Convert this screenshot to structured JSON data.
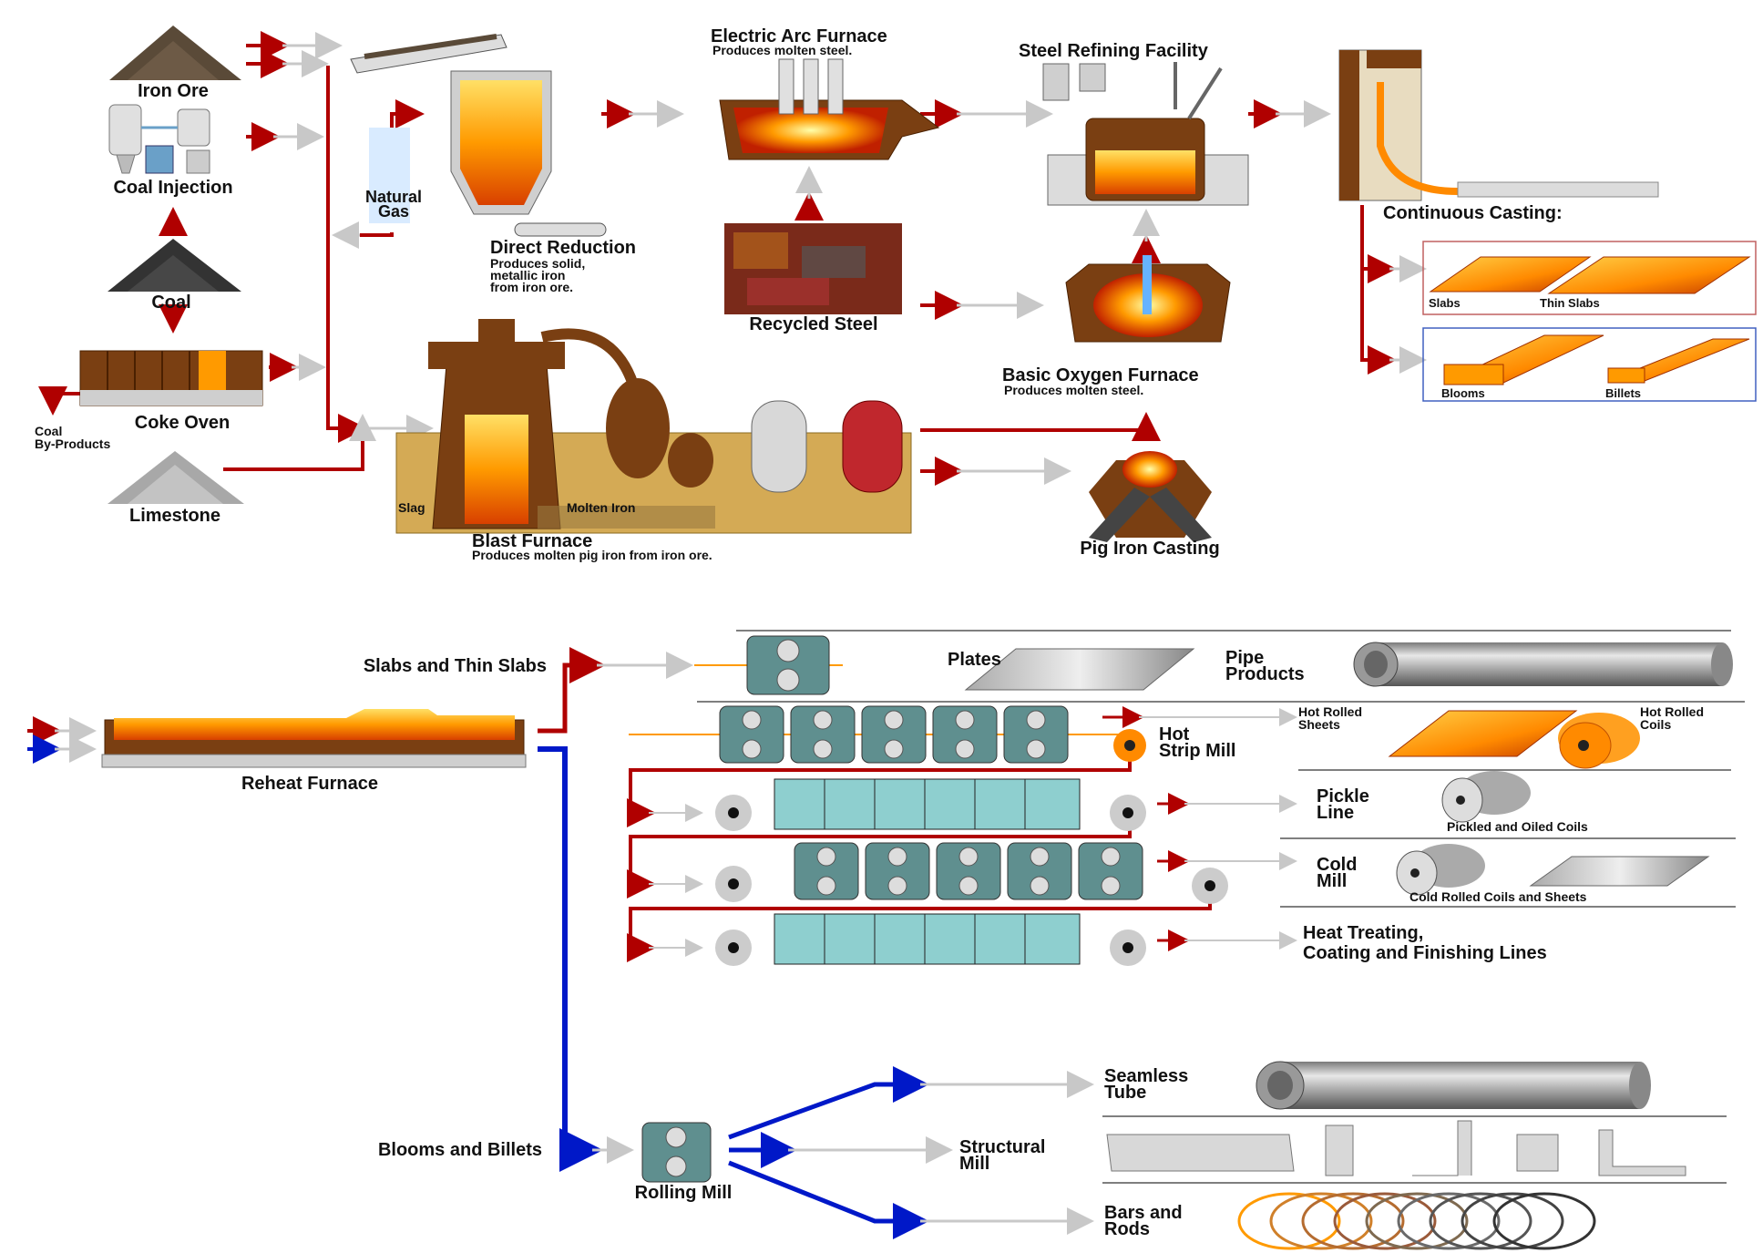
{
  "colors": {
    "red_flow": "#b00000",
    "blue_flow": "#0018c8",
    "gray_arrow": "#c8c8c8",
    "mill_teal": "#8ecfcf",
    "brown_equipment": "#7a3f12",
    "tan_base": "#d4aa55",
    "molten_orange": "#ff8a00",
    "steel_gray": "#9a9a9a"
  },
  "icons": [
    "ore-pile-icon",
    "coal-injection-icon",
    "coke-oven-icon",
    "conveyor-icon",
    "direct-reduction-vessel-icon",
    "electric-arc-furnace-icon",
    "ladle-refining-icon",
    "continuous-caster-icon",
    "blast-furnace-icon",
    "basic-oxygen-furnace-icon",
    "pig-iron-caster-icon",
    "scrap-pile-icon",
    "mill-stand-icon",
    "coil-icon",
    "tube-icon",
    "beam-icon",
    "rod-coil-icon"
  ],
  "upper": {
    "iron_ore": "Iron Ore",
    "coal_injection": "Coal Injection",
    "coal": "Coal",
    "coke_oven": "Coke Oven",
    "coal_byproducts_1": "Coal",
    "coal_byproducts_2": "By-Products",
    "limestone": "Limestone",
    "natural_gas_1": "Natural",
    "natural_gas_2": "Gas",
    "direct_reduction": {
      "title": "Direct Reduction",
      "desc": [
        "Produces solid,",
        "metallic iron",
        "from iron ore."
      ]
    },
    "eaf": {
      "title": "Electric Arc Furnace",
      "desc": "Produces molten steel."
    },
    "refining": "Steel Refining Facility",
    "continuous_casting": "Continuous Casting:",
    "recycled_steel": "Recycled Steel",
    "bof": {
      "title": "Basic Oxygen Furnace",
      "desc": "Produces molten steel."
    },
    "blast_furnace": {
      "title": "Blast Furnace",
      "desc": "Produces molten pig iron from iron ore.",
      "slag": "Slag",
      "molten_iron": "Molten Iron"
    },
    "pig_iron": "Pig Iron Casting",
    "slabs": "Slabs",
    "thin_slabs": "Thin Slabs",
    "blooms": "Blooms",
    "billets": "Billets"
  },
  "lower": {
    "slabs_thin": "Slabs and Thin Slabs",
    "reheat": "Reheat Furnace",
    "blooms_billets": "Blooms and Billets",
    "rolling_mill": "Rolling Mill",
    "plates": "Plates",
    "pipe_1": "Pipe",
    "pipe_2": "Products",
    "hot_strip_1": "Hot",
    "hot_strip_2": "Strip Mill",
    "hr_sheets_1": "Hot Rolled",
    "hr_sheets_2": "Sheets",
    "hr_coils_1": "Hot Rolled",
    "hr_coils_2": "Coils",
    "pickle_1": "Pickle",
    "pickle_2": "Line",
    "pickled_coils": "Pickled and Oiled Coils",
    "cold_1": "Cold",
    "cold_2": "Mill",
    "cold_coils": "Cold Rolled Coils and Sheets",
    "heat_1": "Heat Treating,",
    "heat_2": "Coating and Finishing Lines",
    "seamless_1": "Seamless",
    "seamless_2": "Tube",
    "structural_1": "Structural",
    "structural_2": "Mill",
    "bars_1": "Bars and",
    "bars_2": "Rods"
  }
}
